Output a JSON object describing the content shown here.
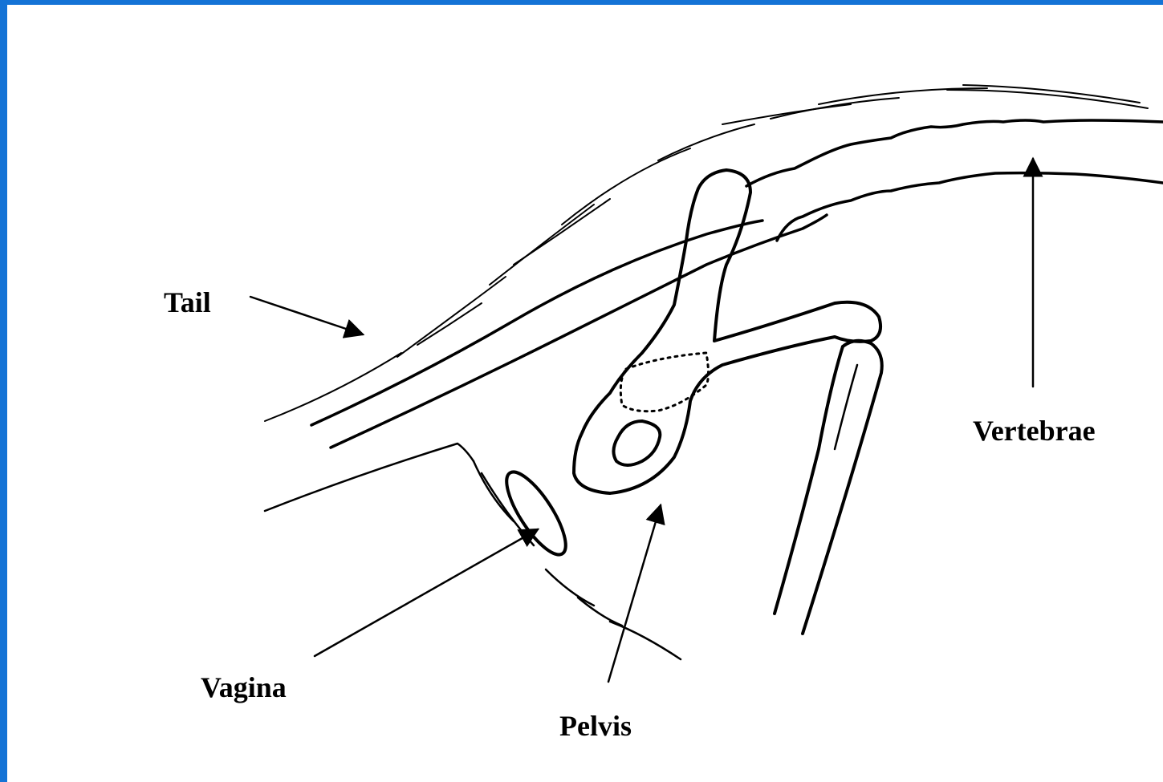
{
  "diagram": {
    "labels": {
      "tail": "Tail",
      "vertebrae": "Vertebrae",
      "vagina": "Vagina",
      "pelvis": "Pelvis"
    },
    "colors": {
      "frame": "#1473d6",
      "ink": "#000000",
      "background": "#ffffff"
    }
  }
}
